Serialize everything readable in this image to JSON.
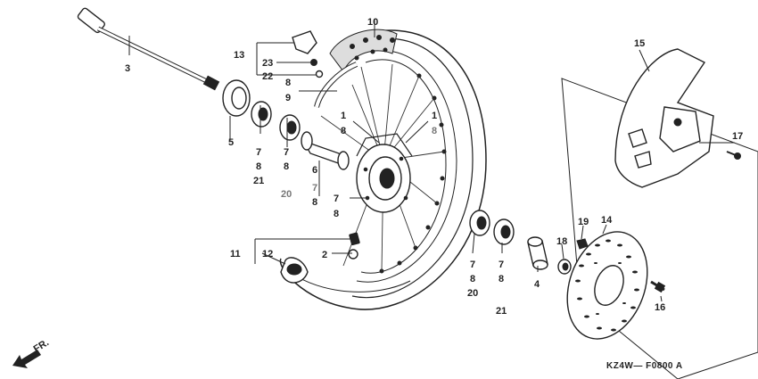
{
  "diagram_code": "KZ4W— F0800 A",
  "direction_label": "FR.",
  "labels": {
    "p1a": "1",
    "p8a": "8",
    "p1b": "1",
    "p8b": "8",
    "p2": "2",
    "p3": "3",
    "p4": "4",
    "p5": "5",
    "p6": "6",
    "p6_7": "7",
    "p6_8": "8",
    "p9": "9",
    "p8c": "8",
    "p10": "10",
    "p11": "11",
    "p12": "12",
    "p13": "13",
    "p14": "14",
    "p15": "15",
    "p16": "16",
    "p17": "17",
    "p18": "18",
    "p19": "19",
    "p22": "22",
    "p23": "23",
    "hub_7": "7",
    "hub_8": "8",
    "g1_7": "7",
    "g1_8": "8",
    "g1_21": "21",
    "g2_7": "7",
    "g2_8": "8",
    "g2_20": "20",
    "g3_7": "7",
    "g3_8": "8",
    "g3_20": "20",
    "g4_7": "7",
    "g4_8": "8",
    "g4_21": "21"
  }
}
